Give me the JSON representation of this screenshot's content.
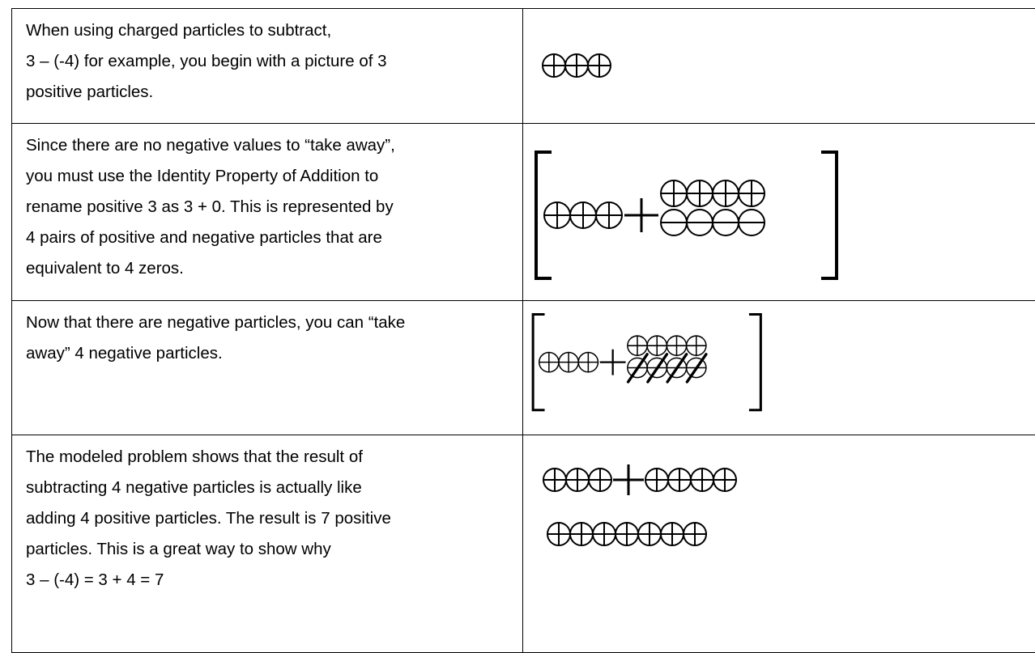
{
  "steps": [
    {
      "text_lines": [
        "When using charged particles to subtract,",
        "3 – (-4) for example, you begin with a picture of 3",
        "positive particles."
      ],
      "picture": {
        "kind": "row",
        "signs": [
          "+",
          "+",
          "+"
        ]
      }
    },
    {
      "text_lines": [
        "Since there are no negative values to “take away”,",
        "you must use the Identity Property of Addition to",
        "rename positive 3 as 3 + 0. This is represented by",
        "4 pairs of positive and negative particles that are",
        "equivalent to 4 zeros."
      ],
      "picture": {
        "kind": "bracket",
        "left_signs": [
          "+",
          "+",
          "+"
        ],
        "operator": "+",
        "pairs": 4,
        "crossed_out": false
      }
    },
    {
      "text_lines": [
        "Now that there are negative particles, you can “take",
        "away” 4 negative particles."
      ],
      "picture": {
        "kind": "bracket",
        "left_signs": [
          "+",
          "+",
          "+"
        ],
        "operator": "+",
        "pairs": 4,
        "crossed_out": true
      }
    },
    {
      "text_lines": [
        "The modeled problem shows that the result of",
        "subtracting 4 negative particles is actually like",
        "adding 4 positive particles. The result is 7 positive",
        "particles. This is a great way to show why",
        "3 – (-4) = 3 + 4 = 7"
      ],
      "picture": {
        "kind": "result",
        "line1_left": [
          "+",
          "+",
          "+"
        ],
        "operator": "+",
        "line1_right": [
          "+",
          "+",
          "+",
          "+"
        ],
        "line2": [
          "+",
          "+",
          "+",
          "+",
          "+",
          "+",
          "+"
        ]
      }
    }
  ]
}
